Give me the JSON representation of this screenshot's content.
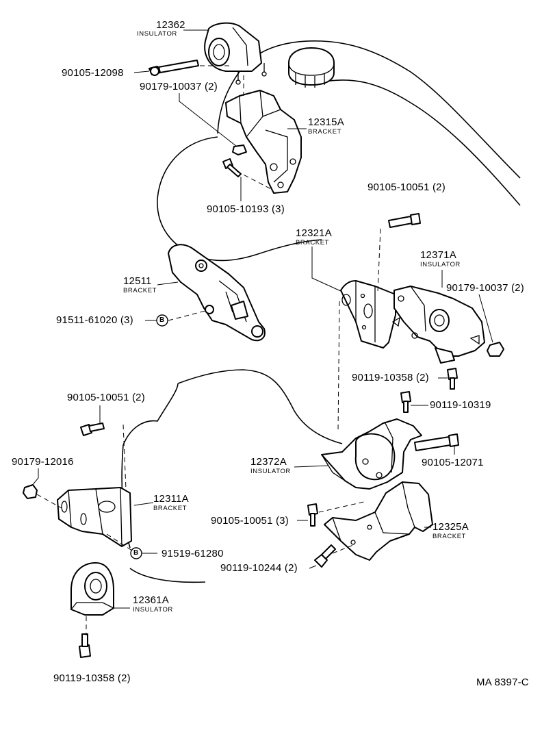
{
  "labels": {
    "p12362": {
      "number": "12362",
      "name": "INSULATOR"
    },
    "p90105_12098": {
      "number": "90105-12098"
    },
    "p90179_10037_top": {
      "number": "90179-10037 (2)"
    },
    "p12315A": {
      "number": "12315A",
      "name": "BRACKET"
    },
    "p90105_10193": {
      "number": "90105-10193 (3)"
    },
    "p90105_10051_r": {
      "number": "90105-10051 (2)"
    },
    "p12321A": {
      "number": "12321A",
      "name": "BRACKET"
    },
    "p12371A": {
      "number": "12371A",
      "name": "INSULATOR"
    },
    "p90179_10037_r": {
      "number": "90179-10037 (2)"
    },
    "p12511": {
      "number": "12511",
      "name": "BRACKET"
    },
    "p91511_61020": {
      "number": "91511-61020 (3)"
    },
    "p90119_10358_r": {
      "number": "90119-10358 (2)"
    },
    "p90119_10319": {
      "number": "90119-10319"
    },
    "p90105_10051_l": {
      "number": "90105-10051 (2)"
    },
    "p12372A": {
      "number": "12372A",
      "name": "INSULATOR"
    },
    "p90105_12071": {
      "number": "90105-12071"
    },
    "p90179_12016": {
      "number": "90179-12016"
    },
    "p12311A": {
      "number": "12311A",
      "name": "BRACKET"
    },
    "p90105_10051_m": {
      "number": "90105-10051 (3)"
    },
    "p12325A": {
      "number": "12325A",
      "name": "BRACKET"
    },
    "p91519_61280": {
      "number": "91519-61280"
    },
    "p90119_10244": {
      "number": "90119-10244 (2)"
    },
    "p12361A": {
      "number": "12361A",
      "name": "INSULATOR"
    },
    "p90119_10358_l": {
      "number": "90119-10358 (2)"
    }
  },
  "ref_marker": "B",
  "diagram_code": "MA 8397-C"
}
